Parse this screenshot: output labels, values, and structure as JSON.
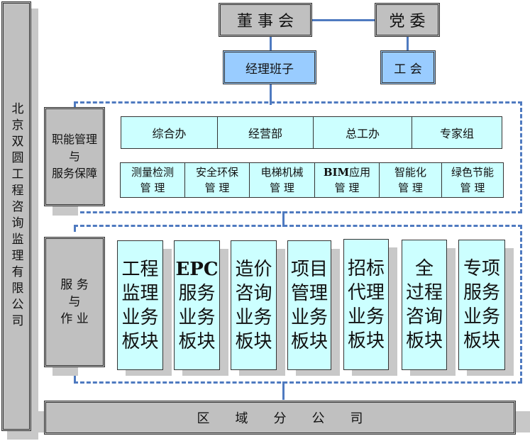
{
  "company": {
    "name": "北京双圆工程咨询监理有限公司"
  },
  "top": {
    "board": "董 事 会",
    "party": "党 委",
    "management": "经理班子",
    "union": "工 会"
  },
  "functional": {
    "label_line1": "职能管理",
    "label_line2": "与",
    "label_line3": "服务保障",
    "departments": [
      "综合办",
      "经营部",
      "总工办",
      "专家组"
    ],
    "management_units": [
      {
        "line1": "测量检测",
        "line2": "管 理"
      },
      {
        "line1": "安全环保",
        "line2": "管 理"
      },
      {
        "line1": "电梯机械",
        "line2": "管 理"
      },
      {
        "line1_bold": "BIM",
        "line1": "应用",
        "line2": "管 理"
      },
      {
        "line1": "智能化",
        "line2": "管 理"
      },
      {
        "line1": "绿色节能",
        "line2": "管 理"
      }
    ]
  },
  "service": {
    "label_line1": "服 务",
    "label_line2": "与",
    "label_line3": "作 业",
    "blocks": [
      {
        "lines": [
          "工程",
          "监理",
          "业务",
          "板块"
        ]
      },
      {
        "lines": [
          "EPC",
          "服务",
          "业务",
          "板块"
        ]
      },
      {
        "lines": [
          "造价",
          "咨询",
          "业务",
          "板块"
        ]
      },
      {
        "lines": [
          "项目",
          "管理",
          "业务",
          "板块"
        ]
      },
      {
        "lines": [
          "招标",
          "代理",
          "业务",
          "板块"
        ]
      },
      {
        "lines": [
          "全",
          "过程",
          "咨询",
          "板块"
        ]
      },
      {
        "lines": [
          "专项",
          "服务",
          "业务",
          "板块"
        ]
      }
    ]
  },
  "branches": {
    "label": "区　　域　　分　　公　　司"
  },
  "colors": {
    "gray": "#c0c0c0",
    "blue": "#99ccff",
    "cyan": "#ccffff",
    "connector": "#4f7ac0"
  }
}
